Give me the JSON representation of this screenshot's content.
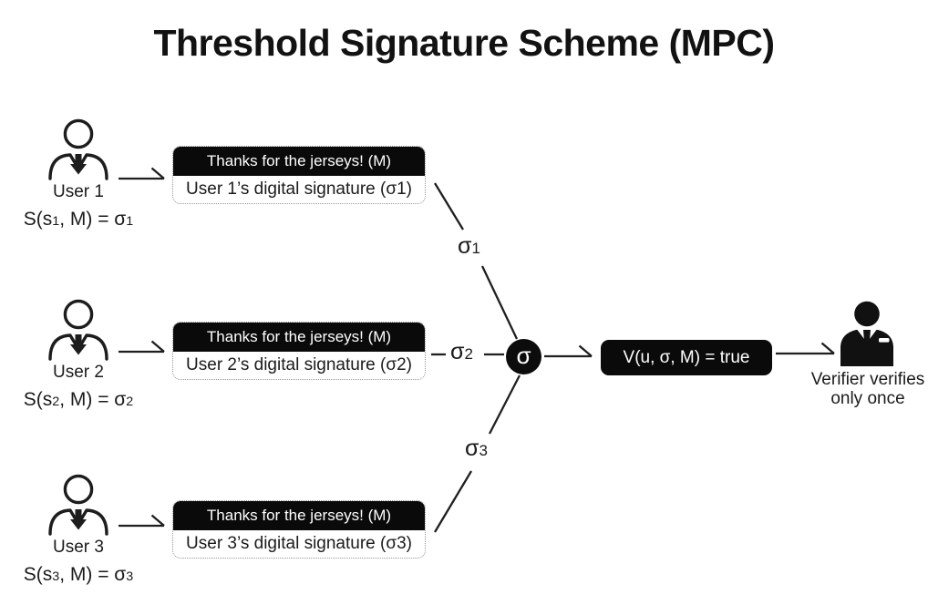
{
  "title": "Threshold Signature Scheme (MPC)",
  "users": [
    {
      "label": "User 1",
      "formula": {
        "pre": "S(s",
        "sub1": "1",
        "mid": ", M) = σ",
        "sub2": "1"
      },
      "box": {
        "message": "Thanks for the jerseys! (M)",
        "signature": "User 1’s digital signature (σ1)"
      },
      "edge_label": {
        "base": "σ",
        "sub": "1"
      }
    },
    {
      "label": "User 2",
      "formula": {
        "pre": "S(s",
        "sub1": "2",
        "mid": ", M) = σ",
        "sub2": "2"
      },
      "box": {
        "message": "Thanks for the jerseys! (M)",
        "signature": "User 2’s digital signature (σ2)"
      },
      "edge_label": {
        "base": "σ",
        "sub": "2"
      }
    },
    {
      "label": "User 3",
      "formula": {
        "pre": "S(s",
        "sub1": "3",
        "mid": ", M) = σ",
        "sub2": "3"
      },
      "box": {
        "message": "Thanks for the jerseys! (M)",
        "signature": "User 3’s digital signature (σ3)"
      },
      "edge_label": {
        "base": "σ",
        "sub": "3"
      }
    }
  ],
  "aggregator": {
    "symbol": "σ"
  },
  "verification": {
    "label": "V(u, σ, M) = true"
  },
  "verifier": {
    "caption_line1": "Verifier verifies",
    "caption_line2": "only once"
  },
  "colors": {
    "ink": "#1b1b1b",
    "panel_black": "#0a0a0a",
    "dotted_border": "#969696",
    "background": "#ffffff"
  }
}
